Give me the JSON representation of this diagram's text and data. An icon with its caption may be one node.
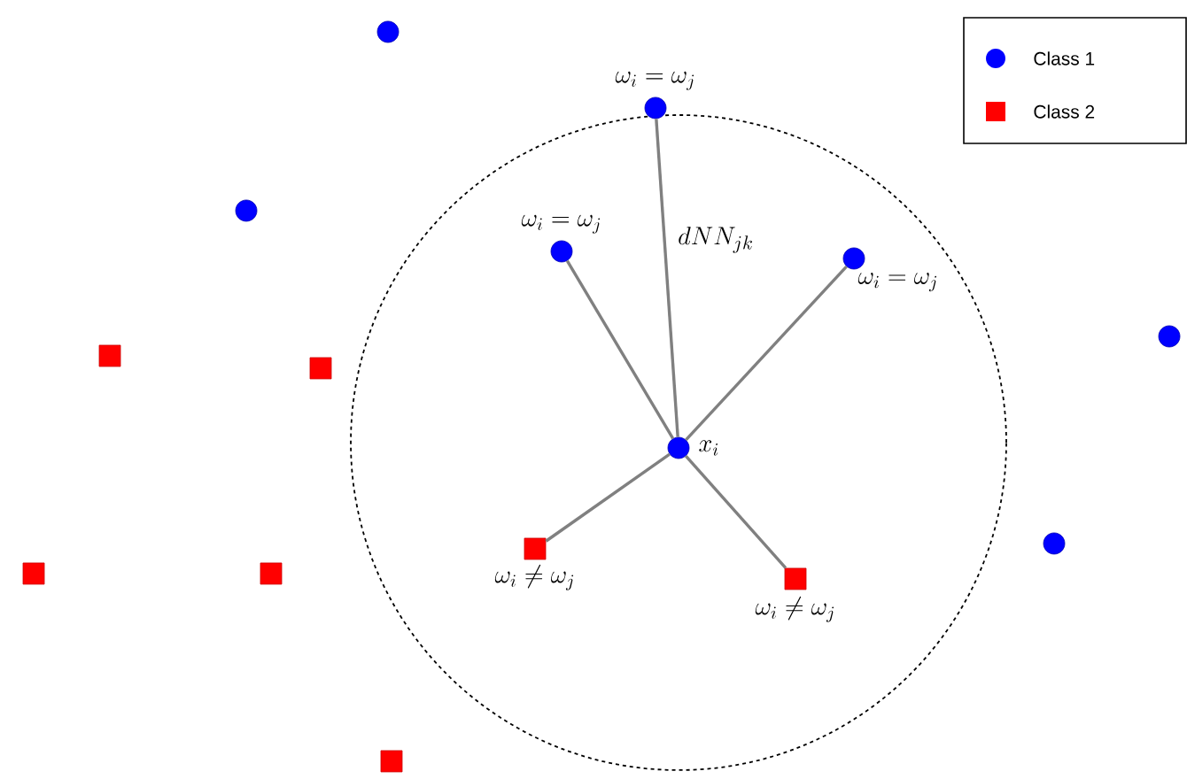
{
  "diagram": {
    "nodes": [
      {
        "text": [],
        "shape": "circle"
      },
      {
        "text": [],
        "shape": "circle",
        "beside": [
          "\\omega_i=\\omega_j"
        ]
      },
      {
        "text": [],
        "shape": "circle"
      },
      {
        "text": [],
        "shape": "circle",
        "beside": [
          "\\omega_i=\\omega_j"
        ]
      },
      {
        "text": [],
        "shape": "circle",
        "beside": [
          "\\omega_i=\\omega_j"
        ]
      },
      {
        "text": [],
        "shape": "circle"
      },
      {
        "text": [],
        "shape": "box"
      },
      {
        "text": [],
        "shape": "box"
      },
      {
        "text": [],
        "shape": "circle",
        "beside": [
          "x_i"
        ]
      },
      {
        "text": [],
        "shape": "circle"
      },
      {
        "text": [],
        "shape": "box",
        "beside": [
          "\\omega_i\\neq\\omega_j"
        ]
      },
      {
        "text": [],
        "shape": "box"
      },
      {
        "text": [],
        "shape": "box"
      },
      {
        "text": [],
        "shape": "box",
        "beside": [
          "\\omega_i\\neq\\omega_j"
        ]
      },
      {
        "text": [],
        "shape": "box"
      }
    ],
    "edges": [
      {
        "from": 8,
        "to": 1,
        "arrow": "none",
        "label": "dNN_{jk}"
      },
      {
        "from": 8,
        "to": 3,
        "arrow": "none"
      },
      {
        "from": 8,
        "to": 4,
        "arrow": "none"
      },
      {
        "from": 8,
        "to": 10,
        "arrow": "none"
      },
      {
        "from": 8,
        "to": 13,
        "arrow": "none"
      }
    ],
    "legend": [
      {
        "text": "Class 1",
        "color": "#0000ff"
      },
      {
        "text": "Class 2",
        "color": "#ff0000"
      }
    ]
  }
}
